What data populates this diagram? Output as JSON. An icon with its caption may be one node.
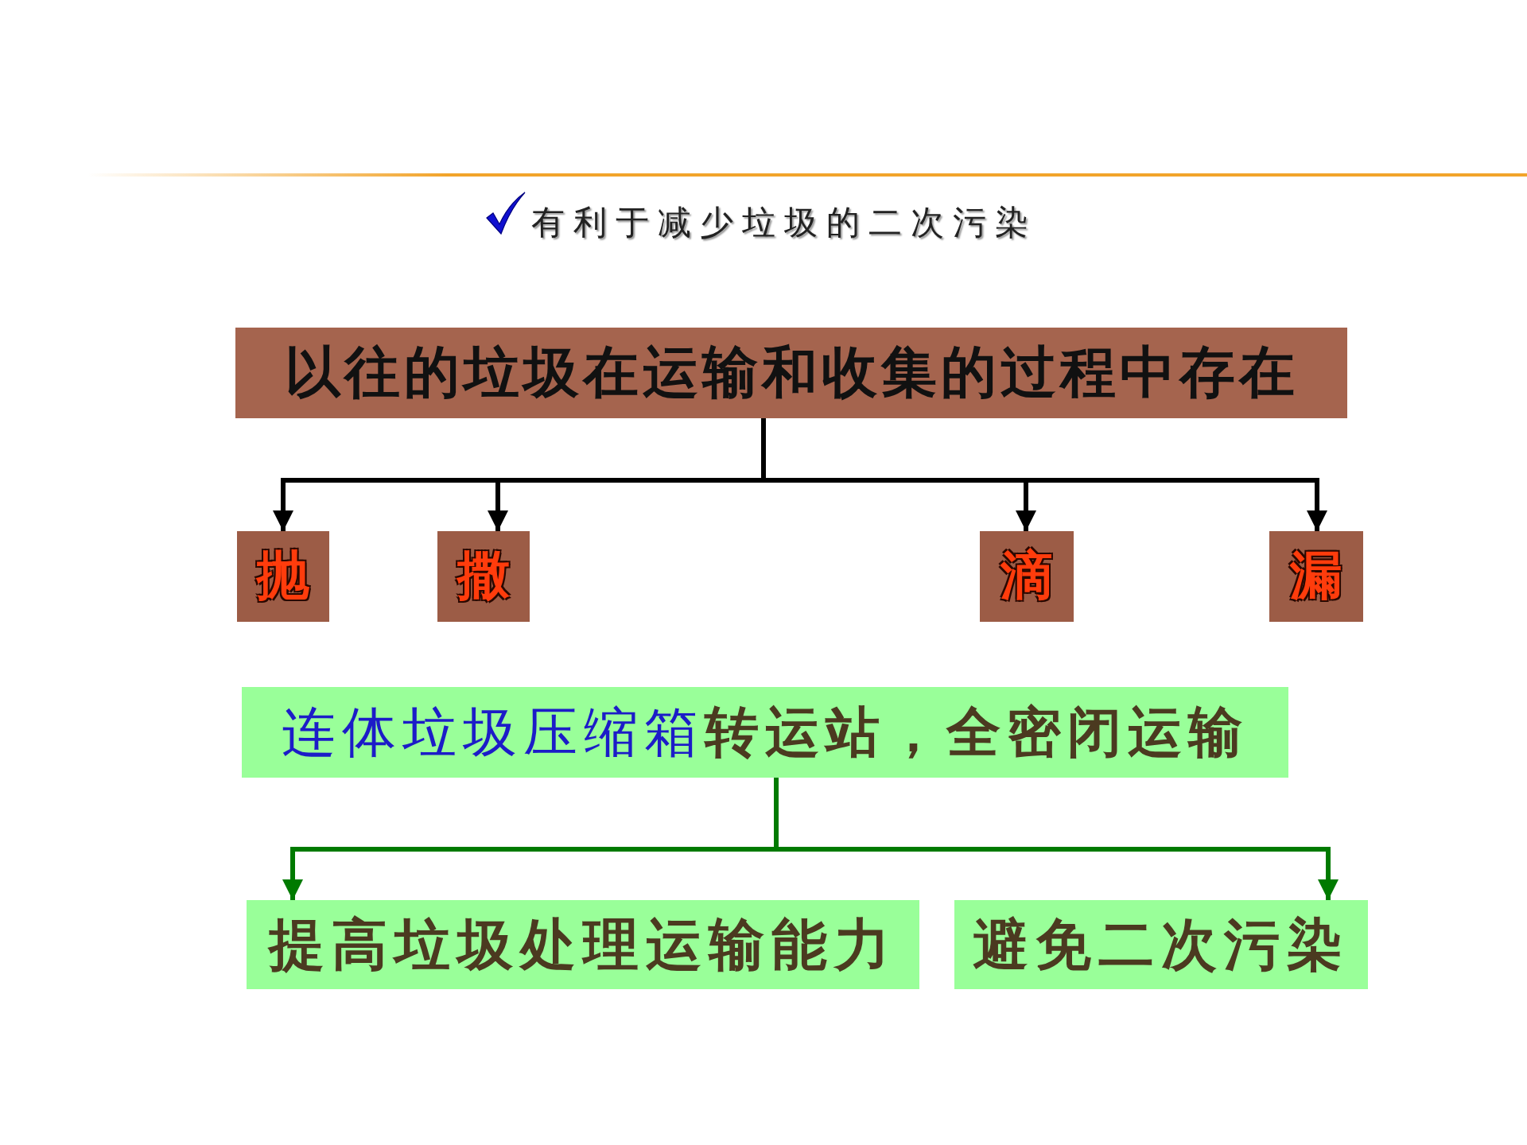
{
  "diagram": {
    "title": "有利于减少垃圾的二次污染",
    "nodes": [
      {
        "text": [
          "以往的垃圾在运输和收集的过程中存在"
        ]
      },
      {
        "text": [
          "抛"
        ]
      },
      {
        "text": [
          "撒"
        ]
      },
      {
        "text": [
          "滴"
        ]
      },
      {
        "text": [
          "漏"
        ]
      },
      {
        "text": [
          "连体垃圾压缩箱**转运站，全密闭运输**"
        ]
      },
      {
        "text": [
          "提高垃圾处理运输能力"
        ]
      },
      {
        "text": [
          "避免二次污染"
        ]
      }
    ],
    "edges": [
      {
        "from": 0,
        "to": 1,
        "arrow": "to"
      },
      {
        "from": 0,
        "to": 2,
        "arrow": "to"
      },
      {
        "from": 0,
        "to": 3,
        "arrow": "to"
      },
      {
        "from": 0,
        "to": 4,
        "arrow": "to"
      },
      {
        "from": 5,
        "to": 6,
        "arrow": "to",
        "color": "#007a00"
      },
      {
        "from": 5,
        "to": 7,
        "arrow": "to",
        "color": "#007a00"
      }
    ]
  }
}
